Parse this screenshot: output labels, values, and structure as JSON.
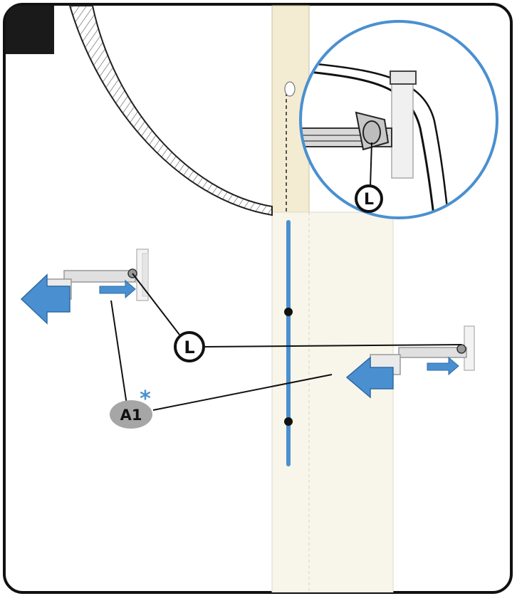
{
  "callouts": {
    "top_label": "L",
    "left_label": "L",
    "part_label": "A1",
    "part_marker": "*"
  },
  "colors": {
    "accent_blue": "#4a90d0",
    "panel": "#f3ecd2",
    "panel_light": "#f8f5ea",
    "part_badge": "#a6a6a6",
    "outline": "#111111"
  }
}
